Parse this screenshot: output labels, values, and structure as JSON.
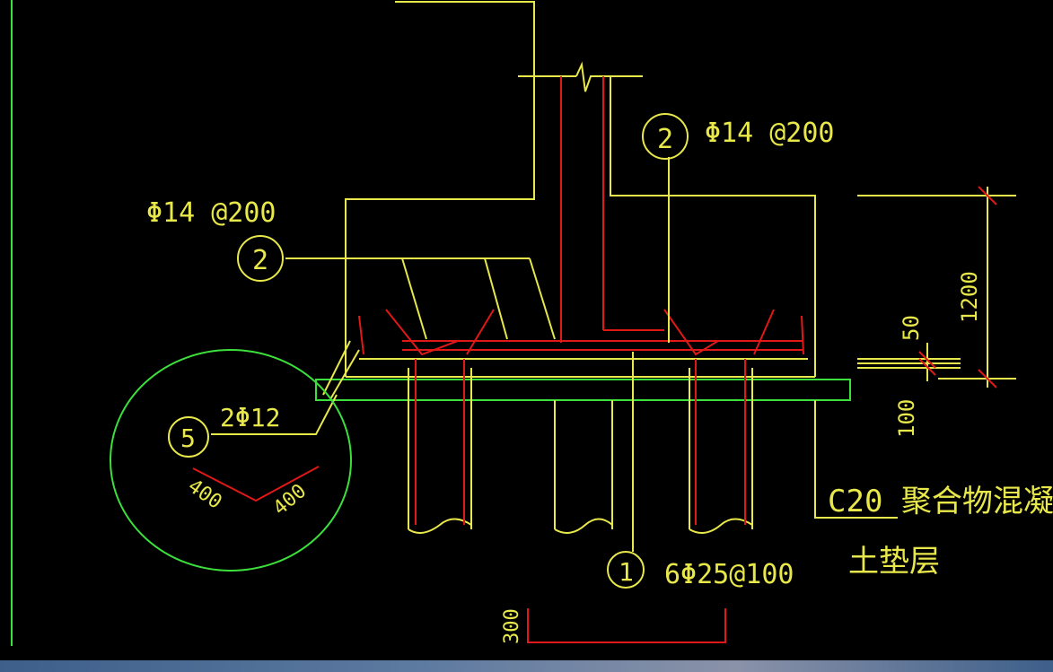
{
  "labels": {
    "rebar_top_right": "Φ14 @200",
    "rebar_top_left": "Φ14 @200",
    "mark_2a": "2",
    "mark_2b": "2",
    "mark_1": "1",
    "mark_5": "5",
    "bottom_bars": "6Φ25@100",
    "detail_bars": "2Φ12",
    "dim_400_left": "400",
    "dim_400_right": "400",
    "dim_1200": "1200",
    "dim_50": "50",
    "dim_100": "100",
    "dim_300": "300",
    "cushion_line1": "C20 聚合物混凝",
    "cushion_line2": "土垫层"
  },
  "colors": {
    "background": "#000000",
    "concrete_lines": "#e8e84a",
    "rebar": "#e01818",
    "highlight": "#3ce03c"
  }
}
